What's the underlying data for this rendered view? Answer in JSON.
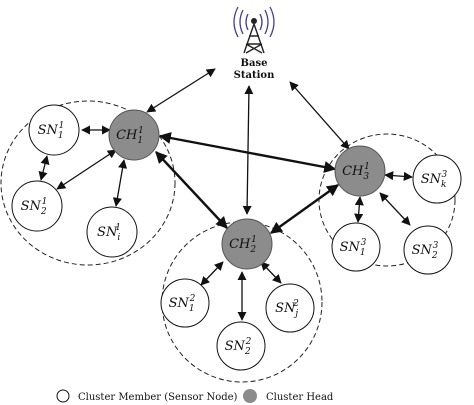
{
  "base_station": {
    "line1": "Base",
    "line2": "Station"
  },
  "heads": [
    {
      "id": "ch1",
      "base": "CH",
      "sub": "1",
      "sup": "1"
    },
    {
      "id": "ch2",
      "base": "CH",
      "sub": "2",
      "sup": "1"
    },
    {
      "id": "ch3",
      "base": "CH",
      "sub": "3",
      "sup": "1"
    }
  ],
  "members": [
    {
      "id": "sn1-1",
      "base": "SN",
      "sub": "1",
      "sup": "1"
    },
    {
      "id": "sn1-2",
      "base": "SN",
      "sub": "2",
      "sup": "1"
    },
    {
      "id": "sn1-i",
      "base": "SN",
      "sub": "i",
      "sup": "1"
    },
    {
      "id": "sn2-1",
      "base": "SN",
      "sub": "1",
      "sup": "2"
    },
    {
      "id": "sn2-2",
      "base": "SN",
      "sub": "2",
      "sup": "2"
    },
    {
      "id": "sn2-j",
      "base": "SN",
      "sub": "j",
      "sup": "2"
    },
    {
      "id": "sn3-k",
      "base": "SN",
      "sub": "k",
      "sup": "3"
    },
    {
      "id": "sn3-1",
      "base": "SN",
      "sub": "1",
      "sup": "3"
    },
    {
      "id": "sn3-2",
      "base": "SN",
      "sub": "2",
      "sup": "3"
    }
  ],
  "legend": {
    "member": "Cluster Member (Sensor Node)",
    "head": "Cluster Head"
  },
  "colors": {
    "head_fill": "#8c8c8c",
    "stroke": "#111111",
    "member_fill": "#ffffff"
  }
}
